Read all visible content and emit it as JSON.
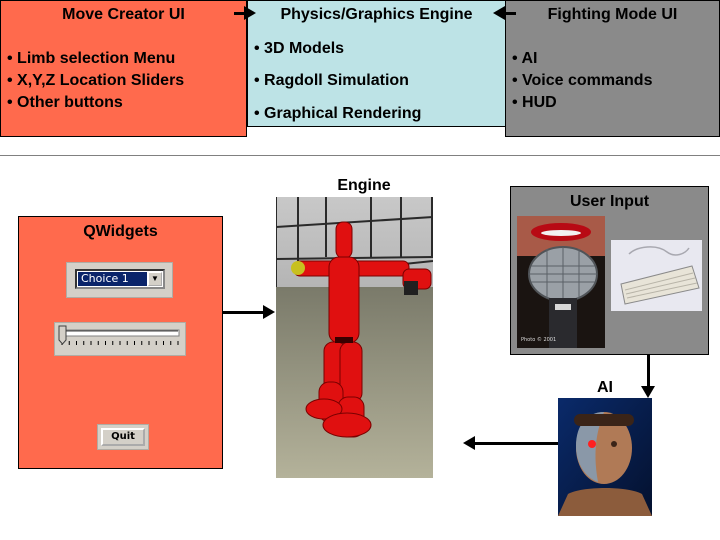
{
  "colors": {
    "move_creator_bg": "#ff6a4d",
    "engine_bg": "#bde3e6",
    "fighting_bg": "#8a8a8a",
    "qwidgets_bg": "#ff6a4d",
    "user_input_bg": "#8a8a8a"
  },
  "top_row": {
    "move_creator": {
      "title": "Move Creator UI",
      "items": [
        "• Limb selection Menu",
        "• X,Y,Z Location Sliders",
        "• Other buttons"
      ]
    },
    "engine": {
      "title": "Physics/Graphics Engine",
      "items": [
        "• 3D Models",
        "• Ragdoll Simulation",
        "• Graphical Rendering"
      ]
    },
    "fighting": {
      "title": "Fighting Mode UI",
      "items": [
        "• AI",
        "• Voice commands",
        "• HUD"
      ]
    }
  },
  "bottom": {
    "qwidgets": {
      "title": "QWidgets",
      "combo_value": "Choice 1",
      "slider_value": 0,
      "quit_label": "Quit"
    },
    "engine_label": "Engine",
    "user_input_title": "User Input",
    "ai_label": "AI",
    "photo_credit": "Photo © 2001"
  }
}
